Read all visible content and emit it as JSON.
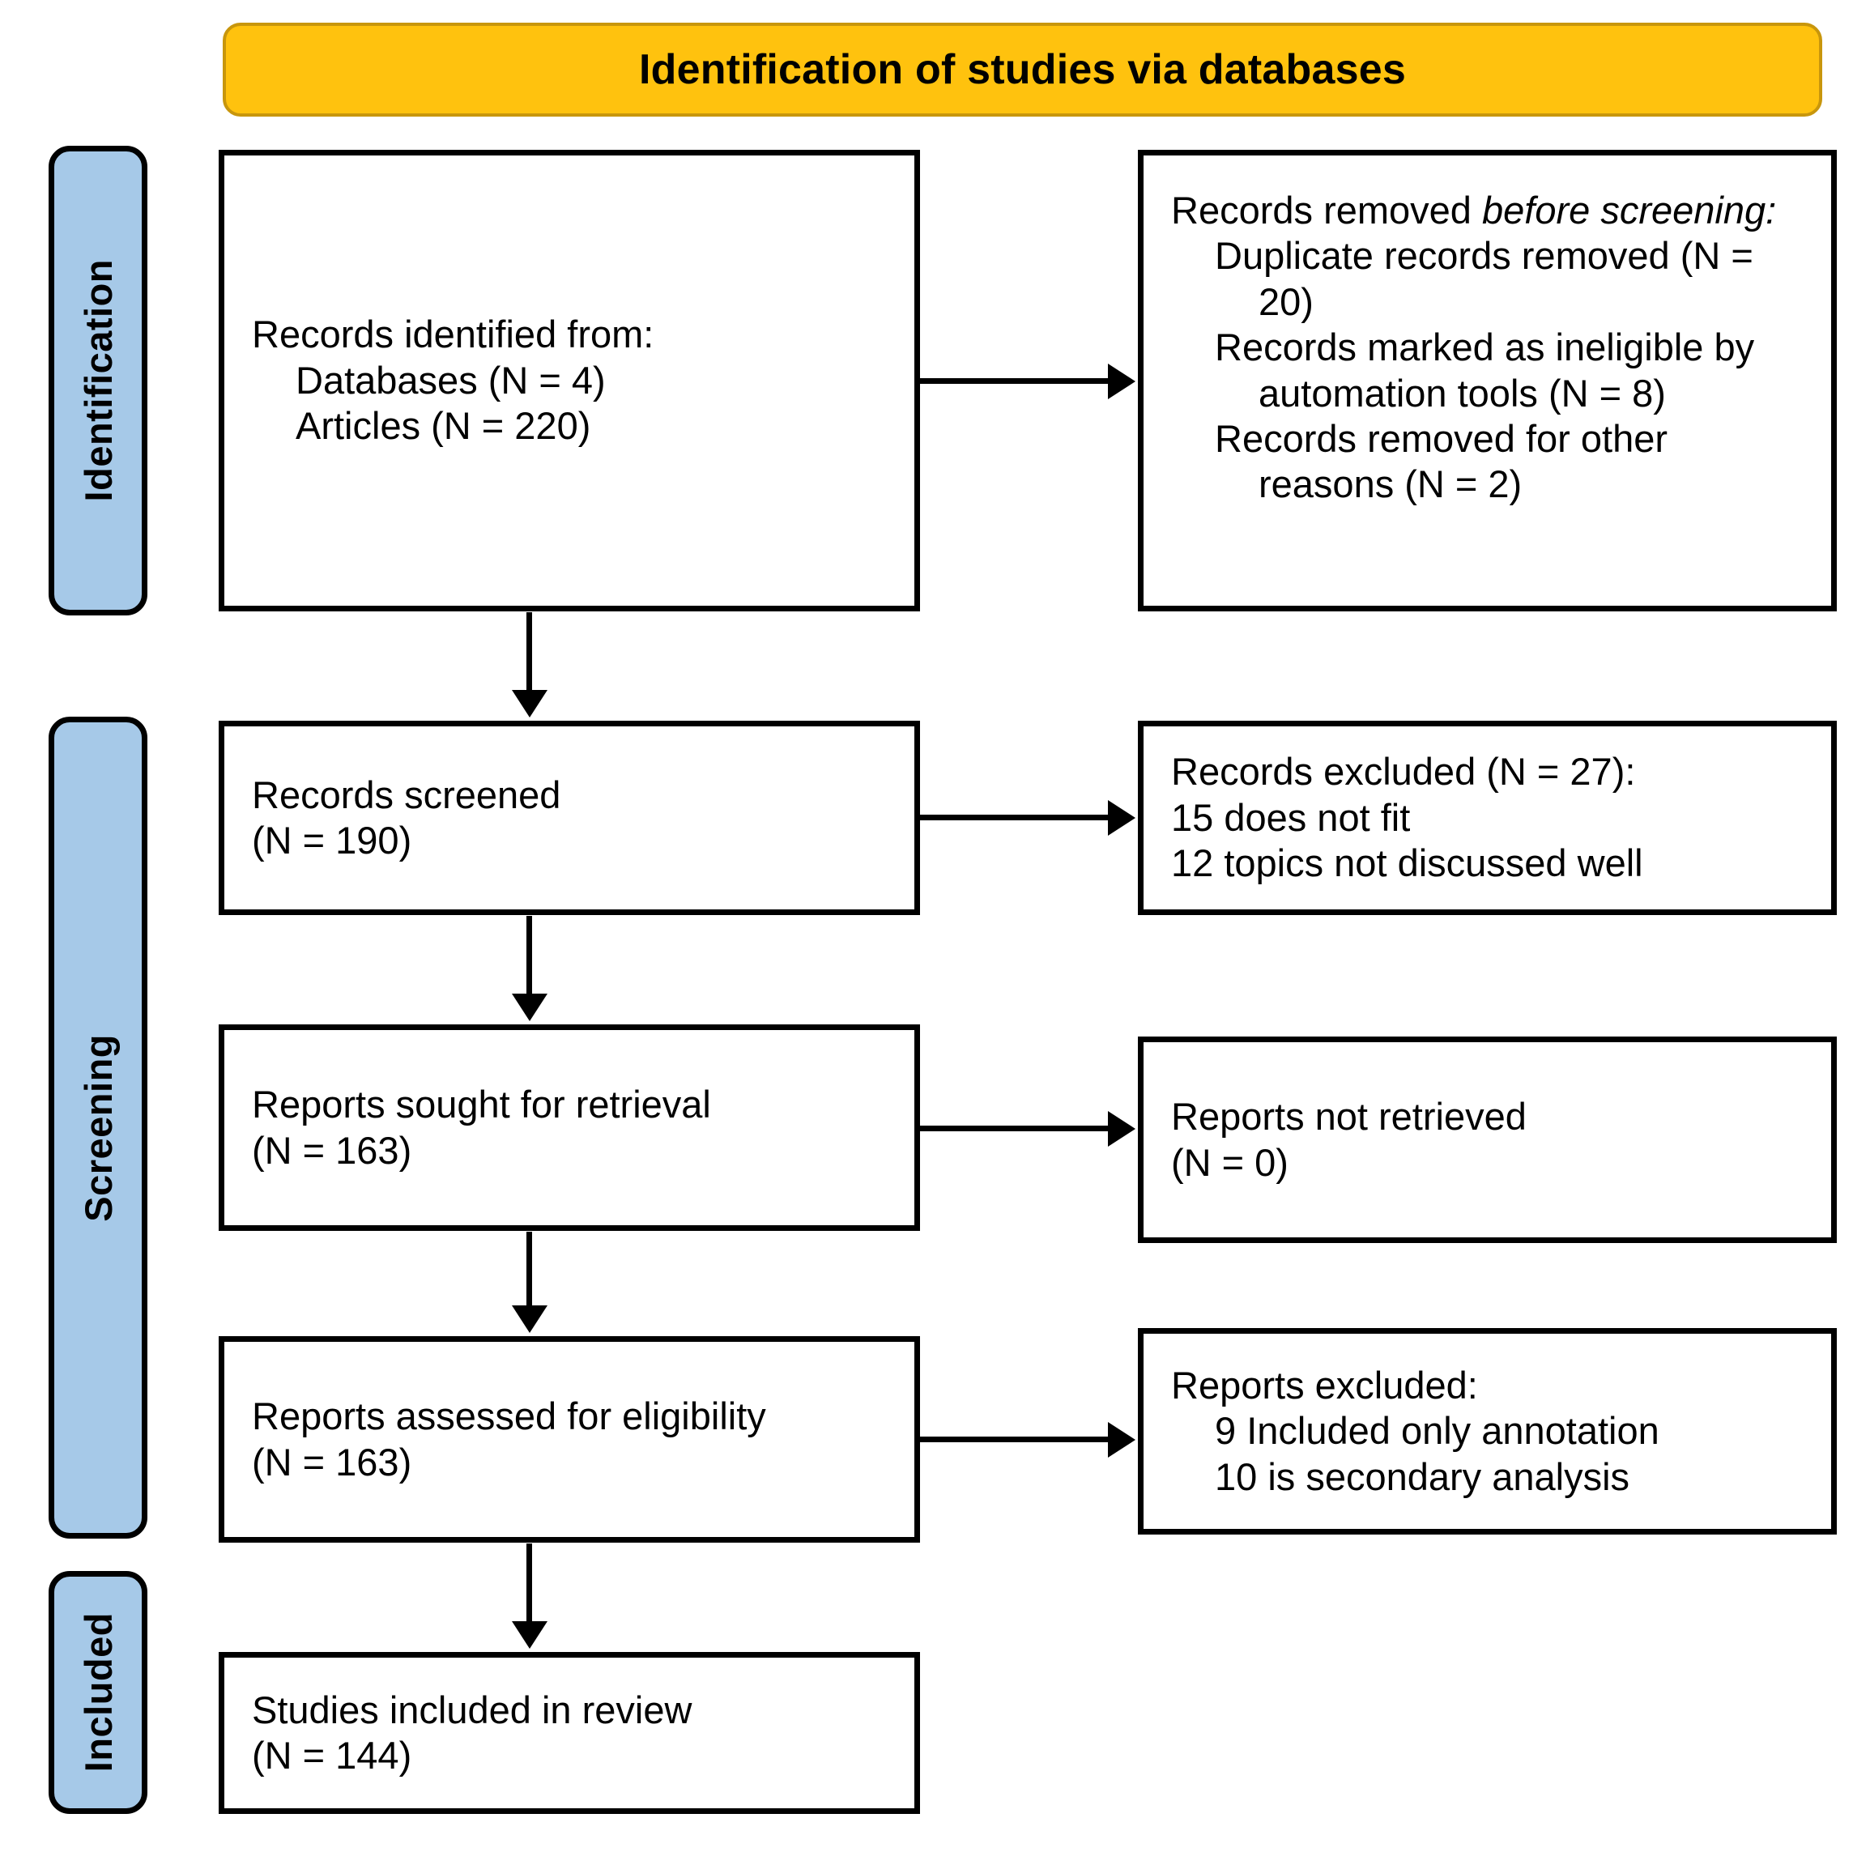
{
  "diagram": {
    "type": "prisma-flow-diagram",
    "title": "Identification of studies via databases",
    "colors": {
      "banner_fill": "#FFC20E",
      "banner_border": "#C8960C",
      "stage_fill": "#A6C9E8",
      "box_border": "#000000",
      "box_fill": "#FFFFFF",
      "text": "#000000"
    }
  },
  "stages": {
    "identification": "Identification",
    "screening": "Screening",
    "included": "Included"
  },
  "boxes": {
    "identified": {
      "line1": "Records identified from:",
      "line2": "Databases (N = 4)",
      "line3": "Articles (N = 220)"
    },
    "removed_before_screening": {
      "lead_plain": "Records removed ",
      "lead_italic": "before screening",
      "lead_colon": ":",
      "item1": "Duplicate records removed (N = 20)",
      "item2": "Records marked as ineligible by automation tools (N = 8)",
      "item3": "Records removed for other reasons (N = 2)"
    },
    "records_screened": {
      "line1": "Records screened",
      "line2": "(N = 190)"
    },
    "records_excluded": {
      "line1": "Records excluded (N = 27):",
      "line2": "15 does not fit",
      "line3": "12 topics not discussed well"
    },
    "reports_sought": {
      "line1": "Reports sought for retrieval",
      "line2": "(N = 163)"
    },
    "reports_not_retrieved": {
      "line1": "Reports not retrieved",
      "line2": "(N = 0)"
    },
    "reports_assessed": {
      "line1": "Reports assessed for eligibility",
      "line2": "(N = 163)"
    },
    "reports_excluded": {
      "line1": "Reports excluded:",
      "line2": "9 Included only annotation",
      "line3": "10 is secondary analysis"
    },
    "studies_included": {
      "line1": "Studies included in review",
      "line2": "(N = 144)"
    }
  },
  "counts": {
    "databases": 4,
    "articles": 220,
    "duplicates_removed": 20,
    "marked_ineligible_automation": 8,
    "removed_other_reasons": 2,
    "records_screened": 190,
    "records_excluded_total": 27,
    "excluded_does_not_fit": 15,
    "excluded_topics_not_discussed_well": 12,
    "reports_sought": 163,
    "reports_not_retrieved": 0,
    "reports_assessed": 163,
    "reports_excluded_annotation_only": 9,
    "reports_excluded_secondary_analysis": 10,
    "studies_included": 144
  }
}
